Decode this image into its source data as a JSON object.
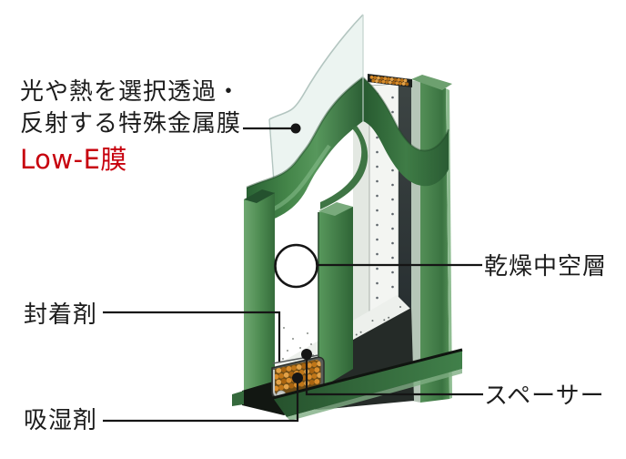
{
  "diagram": {
    "film_label": {
      "line1": "光や熱を選択透過・",
      "line2": "反射する特殊金属膜",
      "lowe": "Low-E膜"
    },
    "labels": {
      "dry_air": "乾燥中空層",
      "sealant": "封着剤",
      "desiccant": "吸湿剤",
      "spacer": "スペーサー"
    },
    "colors": {
      "label_text": "#1c1c1c",
      "lowe_red": "#c7000d",
      "leader_line": "#151515",
      "film_green": "#448549",
      "glass_edge_green": "#4c8a50",
      "spacer_frame_dark": "#2e3434",
      "desiccant_orange": "#d0821f",
      "base_green": "#2c5e34"
    }
  }
}
